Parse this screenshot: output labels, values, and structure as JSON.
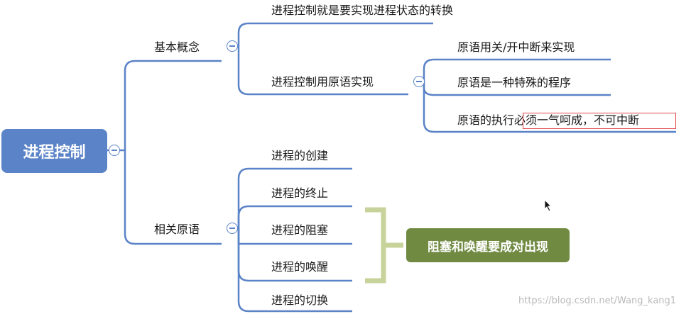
{
  "root": {
    "label": "进程控制"
  },
  "branches": {
    "basic": {
      "label": "基本概念",
      "items": [
        "进程控制就是要实现进程状态的转换",
        "进程控制用原语实现"
      ],
      "sub": [
        "原语用关/开中断来实现",
        "原语是一种特殊的程序"
      ],
      "sub3_prefix": "原语的执行",
      "sub3_highlight": "必须一气呵成，不可中断"
    },
    "primitives": {
      "label": "相关原语",
      "items": [
        "进程的创建",
        "进程的终止",
        "进程的阻塞",
        "进程的唤醒",
        "进程的切换"
      ]
    }
  },
  "note": {
    "label": "阻塞和唤醒要成对出现"
  },
  "watermark": "https://blog.csdn.net/Wang_kang1",
  "colors": {
    "branch": "#5b83c7",
    "root": "#5b83c7",
    "note": "#708a42",
    "bracket": "#c7d39a",
    "highlight": "#e0484f"
  }
}
